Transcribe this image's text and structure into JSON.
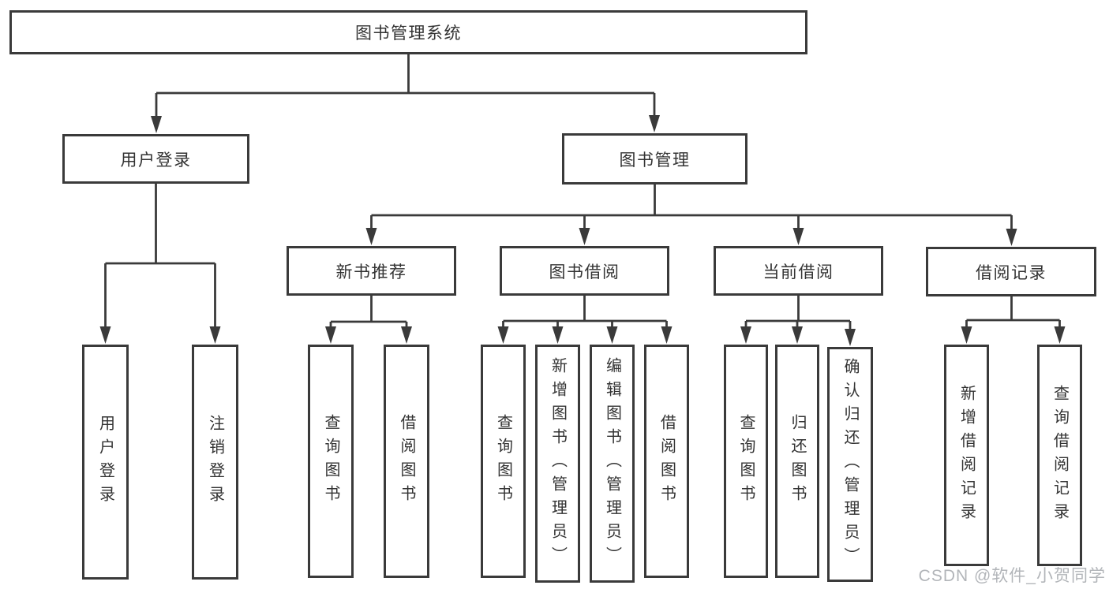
{
  "colors": {
    "stroke": "#3a3a3a",
    "text": "#333333",
    "box_fill": "#ffffff",
    "watermark": "#b2b5b9",
    "background": "#ffffff"
  },
  "nodes": {
    "root": {
      "label": "图书管理系统"
    },
    "user_login_branch": {
      "label": "用户登录"
    },
    "book_management": {
      "label": "图书管理"
    },
    "new_book_recommend": {
      "label": "新书推荐"
    },
    "book_borrowing": {
      "label": "图书借阅"
    },
    "current_borrowing": {
      "label": "当前借阅"
    },
    "borrowing_records": {
      "label": "借阅记录"
    },
    "user_login": {
      "label": "用户登录"
    },
    "logout": {
      "label": "注销登录"
    },
    "query_books_1": {
      "label": "查询图书"
    },
    "borrow_books_1": {
      "label": "借阅图书"
    },
    "query_books_2": {
      "label": "查询图书"
    },
    "add_book_admin": {
      "label": "新增图书（管理员）"
    },
    "edit_book_admin": {
      "label": "编辑图书（管理员）"
    },
    "borrow_books_2": {
      "label": "借阅图书"
    },
    "query_books_3": {
      "label": "查询图书"
    },
    "return_books": {
      "label": "归还图书"
    },
    "confirm_return_admin": {
      "label": "确认归还（管理员）"
    },
    "add_borrow_record": {
      "label": "新增借阅记录"
    },
    "query_borrow_record": {
      "label": "查询借阅记录"
    }
  },
  "hierarchy": [
    {
      "parent": "图书管理系统",
      "children": [
        "用户登录",
        "图书管理"
      ]
    },
    {
      "parent": "用户登录",
      "children": [
        "用户登录",
        "注销登录"
      ]
    },
    {
      "parent": "图书管理",
      "children": [
        "新书推荐",
        "图书借阅",
        "当前借阅",
        "借阅记录"
      ]
    },
    {
      "parent": "新书推荐",
      "children": [
        "查询图书",
        "借阅图书"
      ]
    },
    {
      "parent": "图书借阅",
      "children": [
        "查询图书",
        "新增图书（管理员）",
        "编辑图书（管理员）",
        "借阅图书"
      ]
    },
    {
      "parent": "当前借阅",
      "children": [
        "查询图书",
        "归还图书",
        "确认归还（管理员）"
      ]
    },
    {
      "parent": "借阅记录",
      "children": [
        "新增借阅记录",
        "查询借阅记录"
      ]
    }
  ],
  "watermark": {
    "text": "CSDN @软件_小贺同学"
  }
}
